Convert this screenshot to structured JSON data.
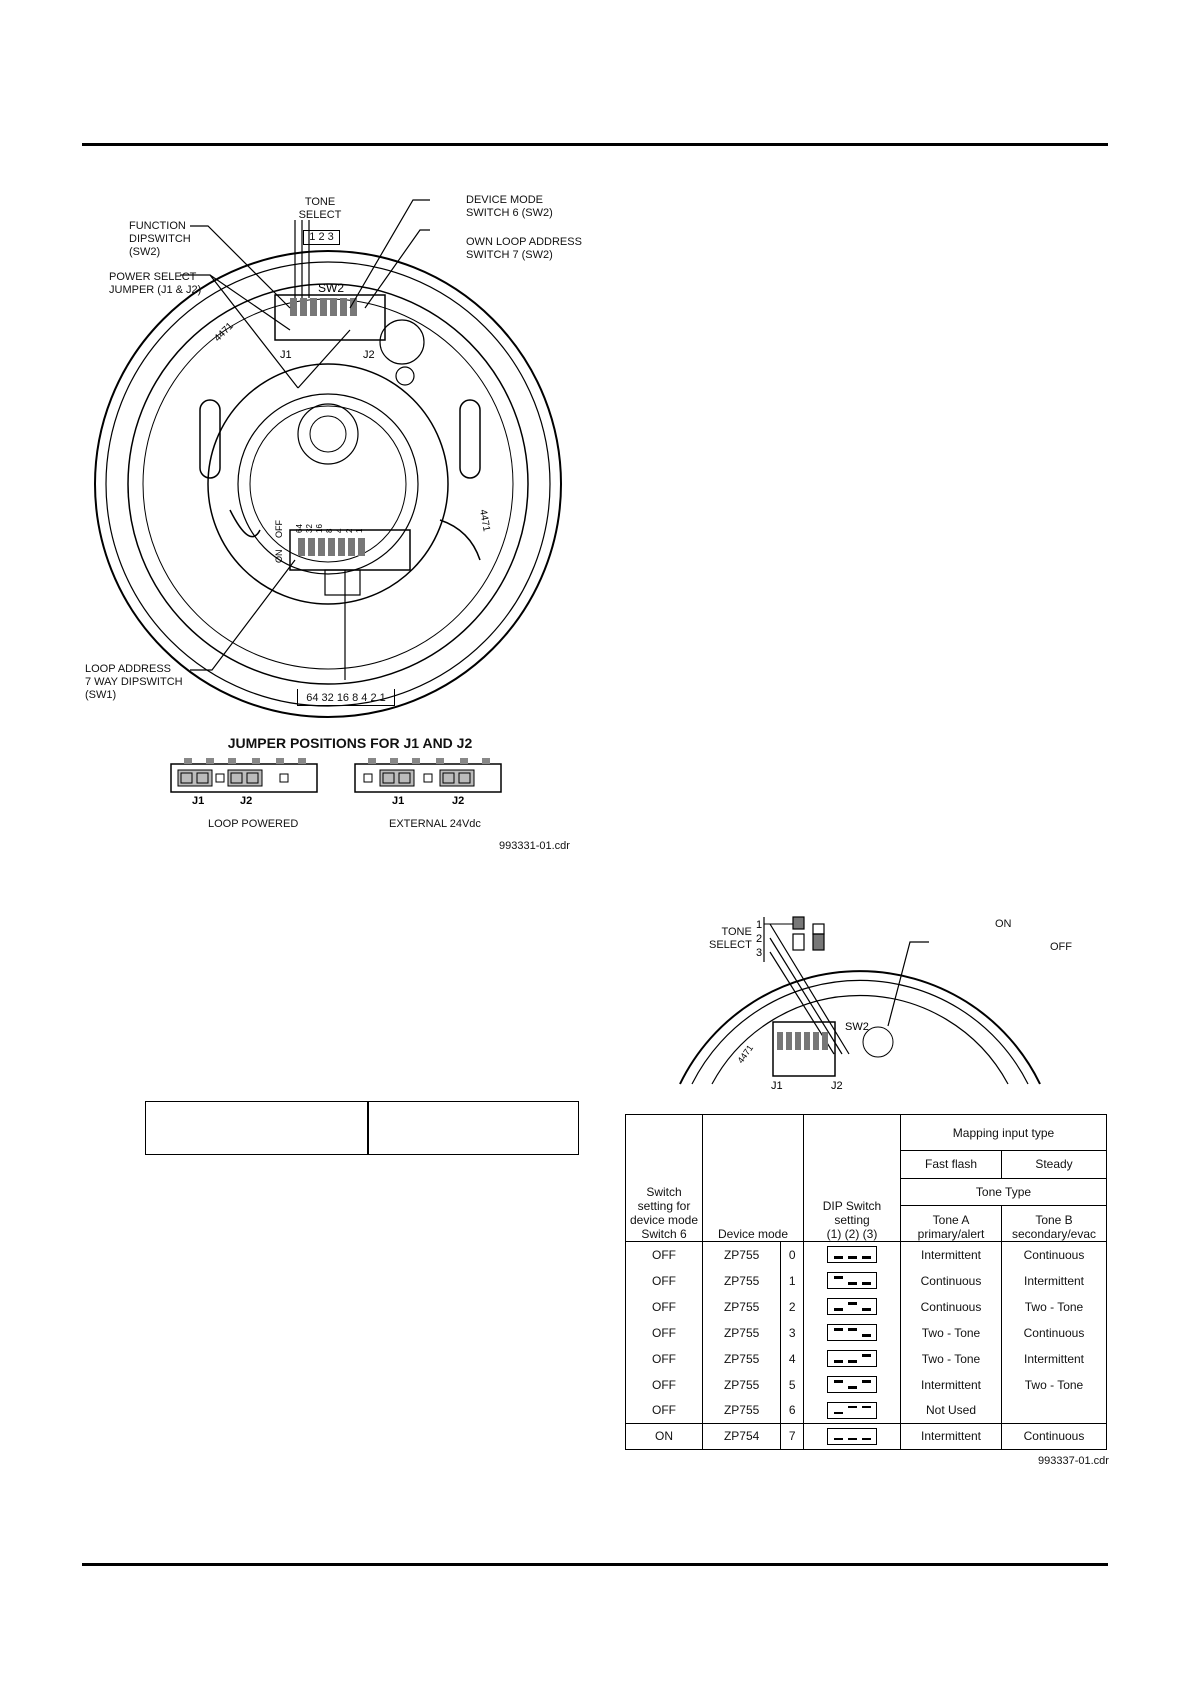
{
  "figure1": {
    "tone_select_label": [
      "TONE",
      "SELECT"
    ],
    "tone_select_numbers": "1 2 3",
    "function_dipswitch_label": [
      "FUNCTION",
      "DIPSWITCH",
      "(SW2)"
    ],
    "power_select_label": [
      "POWER SELECT",
      "JUMPER (J1 & J2)"
    ],
    "device_mode_label": [
      "DEVICE MODE",
      "SWITCH 6 (SW2)"
    ],
    "own_loop_label": [
      "OWN LOOP ADDRESS",
      "SWITCH 7 (SW2)"
    ],
    "sw2_label": "SW2",
    "j1_label": "J1",
    "j2_label": "J2",
    "base_marking": "4471",
    "dip_off_label": "OFF",
    "dip_on_label": "ON",
    "address_scale_vertical": [
      "64",
      "32",
      "16",
      "8",
      "4",
      "2",
      "1"
    ],
    "loop_address_label": [
      "LOOP ADDRESS",
      "7 WAY DIPSWITCH",
      "(SW1)"
    ],
    "address_scale": "64 32 16 8 4 2 1",
    "jumper_title": "JUMPER POSITIONS FOR J1 AND J2",
    "loop_powered_label": "LOOP POWERED",
    "external_label": "EXTERNAL 24Vdc",
    "file_ref": "993331-01.cdr"
  },
  "figure2": {
    "tone_select_label": [
      "TONE",
      "SELECT"
    ],
    "tone_numbers": [
      "1",
      "2",
      "3"
    ],
    "on_label": "ON",
    "off_label": "OFF",
    "sw2_label": "SW2",
    "j1_label": "J1",
    "j2_label": "J2",
    "base_marking": "4471"
  },
  "mapping_table": {
    "header_mapping": "Mapping input type",
    "header_fast_flash": "Fast flash",
    "header_steady": "Steady",
    "header_tone_type": "Tone Type",
    "col_switch": "Switch setting for device mode Switch 6",
    "col_device": "Device mode",
    "col_dip": "DIP Switch setting",
    "col_dip_sub": "(1)  (2)  (3)",
    "col_tone_a": "Tone A primary/alert",
    "col_tone_b": "Tone B secondary/evac",
    "rows": [
      {
        "sw": "OFF",
        "dev": "ZP755",
        "n": "0",
        "dip": "000",
        "a": "Intermittent",
        "b": "Continuous"
      },
      {
        "sw": "OFF",
        "dev": "ZP755",
        "n": "1",
        "dip": "100",
        "a": "Continuous",
        "b": "Intermittent"
      },
      {
        "sw": "OFF",
        "dev": "ZP755",
        "n": "2",
        "dip": "010",
        "a": "Continuous",
        "b": "Two - Tone"
      },
      {
        "sw": "OFF",
        "dev": "ZP755",
        "n": "3",
        "dip": "110",
        "a": "Two - Tone",
        "b": "Continuous"
      },
      {
        "sw": "OFF",
        "dev": "ZP755",
        "n": "4",
        "dip": "001",
        "a": "Two - Tone",
        "b": "Intermittent"
      },
      {
        "sw": "OFF",
        "dev": "ZP755",
        "n": "5",
        "dip": "101",
        "a": "Intermittent",
        "b": "Two - Tone"
      },
      {
        "sw": "OFF",
        "dev": "ZP755",
        "n": "6",
        "dip": "011",
        "a": "Not Used",
        "b": ""
      },
      {
        "sw": "ON",
        "dev": "ZP754",
        "n": "7",
        "dip": "000",
        "a": "Intermittent",
        "b": "Continuous"
      }
    ],
    "file_ref": "993337-01.cdr"
  }
}
